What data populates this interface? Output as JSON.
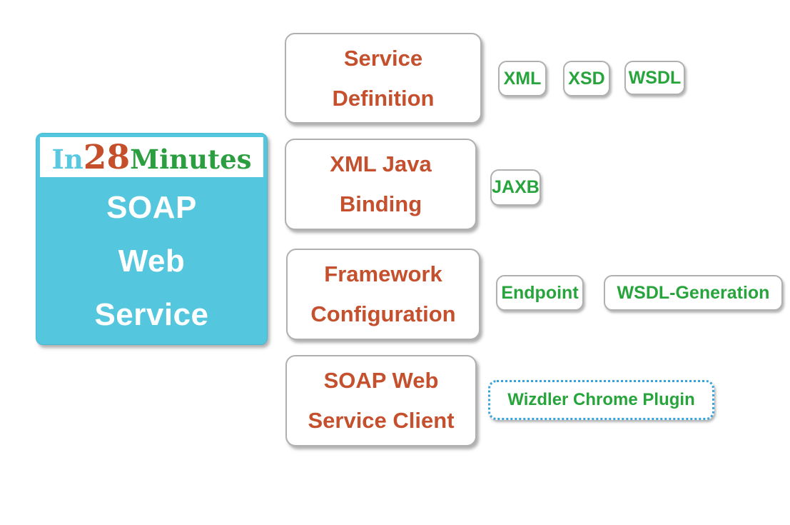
{
  "brand": {
    "logo": {
      "in": "In",
      "num": "28",
      "minutes": "Minutes"
    },
    "lines": {
      "l1": "SOAP",
      "l2": "Web",
      "l3": "Service"
    }
  },
  "rows": [
    {
      "title_lines": [
        "Service",
        "Definition"
      ],
      "badges": [
        {
          "label": "XML"
        },
        {
          "label": "XSD"
        },
        {
          "label": "WSDL"
        }
      ]
    },
    {
      "title_lines": [
        "XML Java",
        "Binding"
      ],
      "badges": [
        {
          "label": "JAXB"
        }
      ]
    },
    {
      "title_lines": [
        "Framework",
        "Configuration"
      ],
      "badges": [
        {
          "label": "Endpoint"
        },
        {
          "label": "WSDL-Generation"
        }
      ]
    },
    {
      "title_lines": [
        "SOAP Web",
        "Service Client"
      ],
      "badges": [
        {
          "label": "Wizdler Chrome Plugin",
          "border_style": "dotted"
        }
      ]
    }
  ],
  "colors": {
    "brand_cyan": "#54c6dd",
    "logo_in_cyan": "#5bc8e2",
    "logo_28_red": "#c54e2b",
    "logo_minutes_green": "#2b9e40",
    "concept_red": "#c5502e",
    "badge_green": "#28a43c",
    "dotted_border_blue": "#35a3dc",
    "box_border_gray": "#b0b0b0"
  }
}
